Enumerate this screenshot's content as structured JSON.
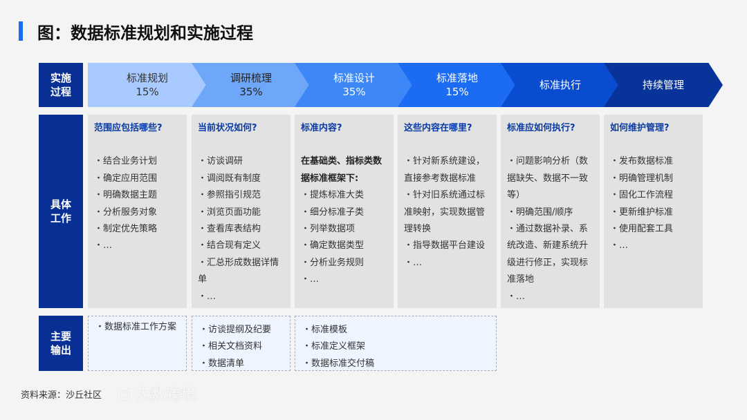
{
  "title": "图：数据标准规划和实施过程",
  "row_labels": {
    "process": "实施过程",
    "work": "具体工作",
    "output": "主要输出"
  },
  "stages": [
    {
      "name": "标准规划",
      "percent": "15%",
      "color": "#a9caff"
    },
    {
      "name": "调研梳理",
      "percent": "35%",
      "color": "#6ea6f8"
    },
    {
      "name": "标准设计",
      "percent": "35%",
      "color": "#3d87f6"
    },
    {
      "name": "标准落地",
      "percent": "15%",
      "color": "#1b6cf2"
    },
    {
      "name": "标准执行",
      "percent": null,
      "color": "#0a4ccf"
    },
    {
      "name": "持续管理",
      "percent": null,
      "color": "#08349a"
    }
  ],
  "work": [
    {
      "heading": "范围应包括哪些?",
      "lines": [
        "・结合业务计划",
        "・确定应用范围",
        "・明确数据主题",
        "・分析服务对象",
        "・制定优先策略",
        "・…"
      ]
    },
    {
      "heading": "当前状况如何?",
      "lines": [
        "・访谈调研",
        "・调阅既有制度",
        "・参照指引规范",
        "・浏览页面功能",
        "・查看库表结构",
        "・结合现有定义",
        "・汇总形成数据详情单",
        "・…"
      ]
    },
    {
      "heading": "标准内容?",
      "lead": "在基础类、指标类数据标准框架下:",
      "lines": [
        "・提炼标准大类",
        "・细分标准子类",
        "・列举数据项",
        "・确定数据类型",
        "・分析业务规则",
        "・…"
      ]
    },
    {
      "heading": "这些内容在哪里?",
      "lines": [
        "・针对新系统建设，直接参考数据标准",
        "・针对旧系统通过标准映射，实现数据管理转换",
        "・指导数据平台建设",
        "・…"
      ]
    },
    {
      "heading": "标准应如何执行?",
      "lines": [
        "・问题影响分析（数据缺失、数据不一致等）",
        "・明确范围/顺序",
        "・通过数据补录、系统改造、新建系统升级进行修正，实现标准落地",
        "・…"
      ]
    },
    {
      "heading": "如何维护管理?",
      "lines": [
        "・发布数据标准",
        "・明确管理机制",
        "・固化工作流程",
        "・更新维护标准",
        "・使用配套工具",
        "・…"
      ]
    }
  ],
  "outputs": [
    {
      "lines": [
        "・数据标准工作方案"
      ]
    },
    {
      "lines": [
        "・访谈提纲及纪要",
        "・相关文档资料",
        "・数据清单"
      ]
    },
    {
      "lines": [
        "・标准模板",
        "・标准定义框架",
        "・数据标准交付稿"
      ]
    }
  ],
  "source": "资料来源：沙丘社区",
  "watermark": "大数跨境"
}
